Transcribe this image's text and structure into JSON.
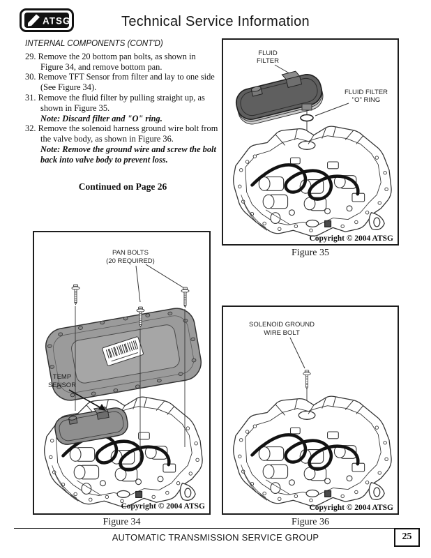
{
  "page": {
    "header": {
      "logo_text": "ATSG",
      "title": "Technical Service Information"
    },
    "article": {
      "heading": "INTERNAL COMPONENTS (CONT'D)",
      "steps": [
        {
          "num": "29.",
          "text": "Remove the 20 bottom pan bolts, as shown in Figure 34, and remove bottom pan."
        },
        {
          "num": "30.",
          "text": "Remove TFT Sensor from filter and lay to one side (See Figure 34)."
        },
        {
          "num": "31.",
          "text": "Remove the fluid filter by pulling straight up, as shown in Figure 35.",
          "note": "Note: Discard filter and \"O\" ring."
        },
        {
          "num": "32.",
          "text": "Remove the solenoid harness ground wire bolt from the valve body, as shown in Figure 36.",
          "note": "Note: Remove the ground wire and screw the bolt back into valve body to prevent loss."
        }
      ],
      "continued": "Continued on Page 26"
    },
    "figures": {
      "fig35": {
        "caption": "Figure 35",
        "copyright": "Copyright © 2004 ATSG",
        "labels": {
          "filter1": "FLUID",
          "filter2": "FILTER",
          "oring1": "FLUID FILTER",
          "oring2": "\"O\" RING"
        }
      },
      "fig34": {
        "caption": "Figure 34",
        "copyright": "Copyright © 2004 ATSG",
        "labels": {
          "bolts1": "PAN BOLTS",
          "bolts2": "(20 REQUIRED)",
          "sensor1": "TEMP",
          "sensor2": "SENSOR"
        }
      },
      "fig36": {
        "caption": "Figure 36",
        "copyright": "Copyright © 2004 ATSG",
        "labels": {
          "bolt1": "SOLENOID GROUND",
          "bolt2": "WIRE BOLT"
        }
      }
    },
    "footer": {
      "org": "AUTOMATIC TRANSMISSION SERVICE GROUP",
      "page_number": "25"
    },
    "colors": {
      "ink": "#111111",
      "filter_gray": "#5f5f5f",
      "pan_gray": "#9b9b9b"
    }
  }
}
